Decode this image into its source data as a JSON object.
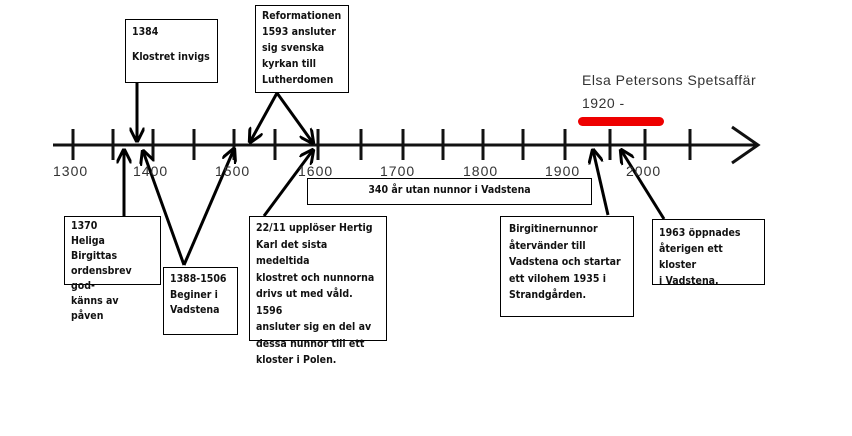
{
  "axis": {
    "years": [
      "1300",
      "1400",
      "1500",
      "1600",
      "1700",
      "1800",
      "1900",
      "2000"
    ]
  },
  "highlight": {
    "title": "Elsa Petersons Spetsaffär",
    "period": "1920 -",
    "color": "#ee0000"
  },
  "events": {
    "klostret": {
      "year": "1384",
      "text": "Klostret invigs"
    },
    "reformation": {
      "text": "Reformationen\n1593 ansluter\nsig svenska\nkyrkan till\nLutherdomen"
    },
    "ordensbrev": {
      "text": "1370\nHeliga Birgittas\nordensbrev god-\nkänns av påven"
    },
    "beginer": {
      "text": "1388-1506\nBeginer i\nVadstena"
    },
    "upplosning": {
      "text": "22/11 upplöser Hertig\nKarl det sista medeltida\nklostret och nunnorna\ndrivs ut med våld. 1596\nansluter sig en del av\ndessa nunnor  till ett\nkloster i Polen."
    },
    "utan_nunnor": {
      "text": "340 år utan nunnor  i Vadstena"
    },
    "birgitiner": {
      "text": "Birgitinernunnor\nåtervänder till\nVadstena och startar\nett vilohem 1935 i\nStrandgården."
    },
    "kloster1963": {
      "text": "1963 öppnades\nåterigen ett kloster\ni Vadstena."
    }
  }
}
